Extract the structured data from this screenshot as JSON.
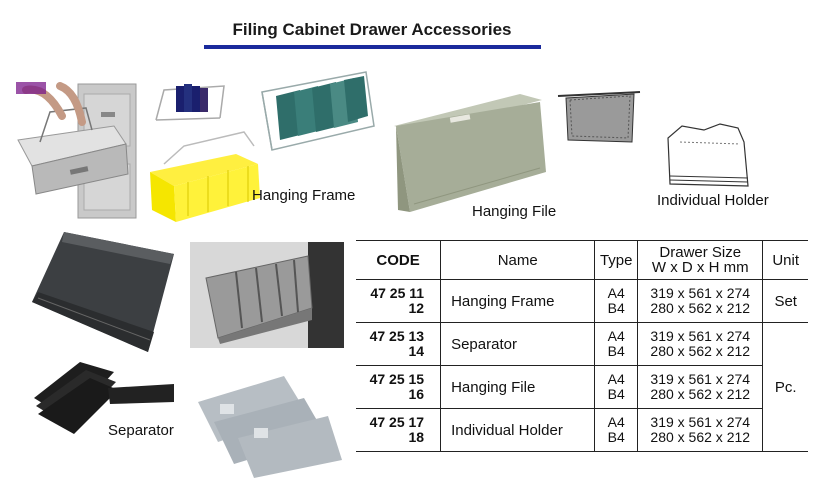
{
  "title": "Filing Cabinet Drawer Accessories",
  "captions": {
    "hanging_frame": "Hanging Frame",
    "hanging_file": "Hanging File",
    "individual_holder": "Individual Holder",
    "separator": "Separator"
  },
  "table": {
    "headers": {
      "code": "CODE",
      "name": "Name",
      "type": "Type",
      "size_line1": "Drawer Size",
      "size_line2": "W x D x H mm",
      "unit": "Unit"
    },
    "rows": [
      {
        "code_main": "47 25 11",
        "code_sub": "12",
        "name": "Hanging Frame",
        "type_a": "A4",
        "type_b": "B4",
        "size_a": "319 x 561 x 274",
        "size_b": "280 x 562 x 212"
      },
      {
        "code_main": "47 25 13",
        "code_sub": "14",
        "name": "Separator",
        "type_a": "A4",
        "type_b": "B4",
        "size_a": "319 x 561 x 274",
        "size_b": "280 x 562 x 212"
      },
      {
        "code_main": "47 25 15",
        "code_sub": "16",
        "name": "Hanging File",
        "type_a": "A4",
        "type_b": "B4",
        "size_a": "319 x 561 x 274",
        "size_b": "280 x 562 x 212"
      },
      {
        "code_main": "47 25 17",
        "code_sub": "18",
        "name": "Individual Holder",
        "type_a": "A4",
        "type_b": "B4",
        "size_a": "319 x 561 x 274",
        "size_b": "280 x 562 x 212"
      }
    ],
    "units": {
      "set": "Set",
      "pc": "Pc."
    }
  }
}
